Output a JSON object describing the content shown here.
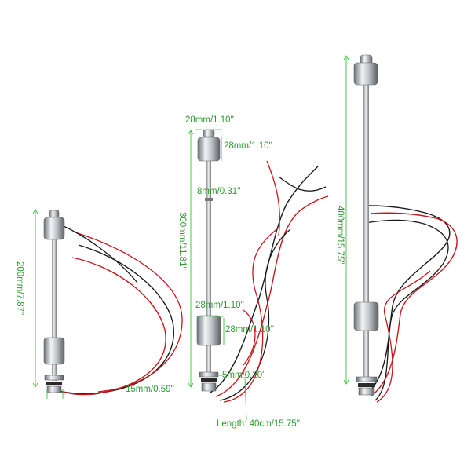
{
  "colors": {
    "dimension_green": "#39c439",
    "label_green": "#2f9a2f",
    "wire_red": "#c8161d",
    "wire_black": "#1a1a1a",
    "steel": "#b9bec3",
    "background": "#ffffff"
  },
  "product": {
    "items": [
      {
        "height_label": "200mm/7.87''",
        "bottom_label": "15mm/0.59''"
      },
      {
        "top_width_label": "28mm/1.10''",
        "top_float_label": "28mm/1.10''",
        "rod_label": "8mm/0.31''",
        "height_label": "300mm/11.81''",
        "lower_width_label": "28mm/1.10''",
        "lower_float_label": "28mm/1.10''",
        "thread_label": "5mm/0.20''",
        "cable_label": "Length: 40cm/15.75''"
      },
      {
        "height_label": "400mm/15.75''"
      }
    ]
  }
}
